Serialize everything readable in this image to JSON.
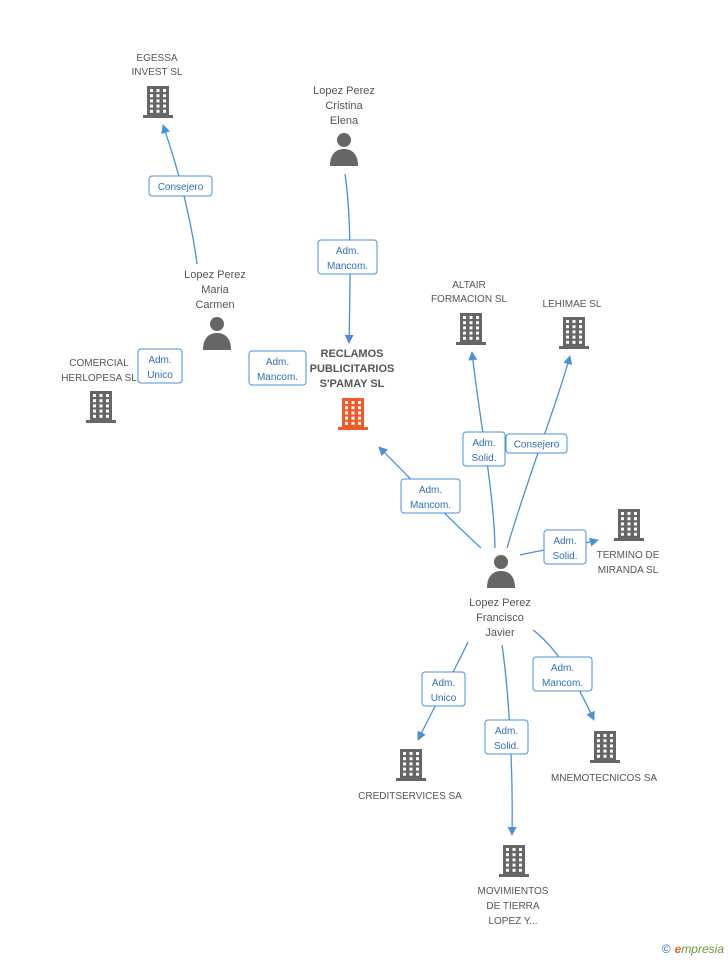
{
  "nodes": {
    "egessa": {
      "label": [
        "EGESSA",
        "INVEST  SL"
      ]
    },
    "cristina": {
      "label": [
        "Lopez Perez",
        "Cristina",
        "Elena"
      ]
    },
    "maria": {
      "label": [
        "Lopez Perez",
        "Maria",
        "Carmen"
      ]
    },
    "herlopesa": {
      "label": [
        "COMERCIAL",
        "HERLOPESA SL"
      ]
    },
    "reclamos": {
      "label": [
        "RECLAMOS",
        "PUBLICITARIOS",
        "S'PAMAY SL"
      ]
    },
    "altair": {
      "label": [
        "ALTAIR",
        "FORMACION SL"
      ]
    },
    "lehimae": {
      "label": [
        "LEHIMAE  SL"
      ]
    },
    "termino": {
      "label": [
        "TERMINO DE",
        "MIRANDA SL"
      ]
    },
    "francisco": {
      "label": [
        "Lopez Perez",
        "Francisco",
        "Javier"
      ]
    },
    "creditservices": {
      "label": [
        "CREDITSERVICES SA"
      ]
    },
    "mnemotecnicos": {
      "label": [
        "MNEMOTECNICOS SA"
      ]
    },
    "movimientos": {
      "label": [
        "MOVIMIENTOS",
        "DE TIERRA",
        "LOPEZ Y..."
      ]
    }
  },
  "relations": {
    "maria_egessa": [
      "Consejero"
    ],
    "cristina_reclamos": [
      "Adm.",
      "Mancom."
    ],
    "maria_herlopesa": [
      "Adm.",
      "Unico"
    ],
    "maria_reclamos": [
      "Adm.",
      "Mancom."
    ],
    "francisco_altair": [
      "Adm.",
      "Solid."
    ],
    "francisco_lehimae": [
      "Consejero"
    ],
    "francisco_reclamos": [
      "Adm.",
      "Mancom."
    ],
    "francisco_termino": [
      "Adm.",
      "Solid."
    ],
    "francisco_creditservices": [
      "Adm.",
      "Unico"
    ],
    "francisco_movimientos": [
      "Adm.",
      "Solid."
    ],
    "francisco_mnemotecnicos": [
      "Adm.",
      "Mancom."
    ]
  },
  "colors": {
    "edge": "#4a90d9",
    "company_icon": "#666666",
    "main_company_icon": "#f05a28",
    "person_icon": "#666666"
  },
  "footer": {
    "copyright_symbol": "©",
    "brand_initial": "e",
    "brand_rest": "mpresia"
  }
}
